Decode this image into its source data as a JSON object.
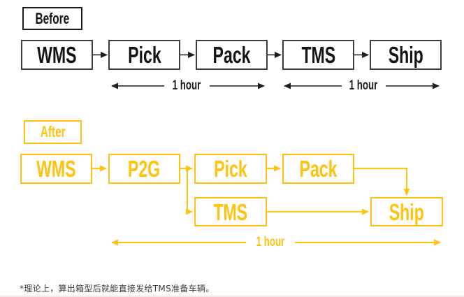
{
  "palette": {
    "before_color": "#1c1c1c",
    "before_border": "#3d3d3d",
    "after_color": "#ffc20e",
    "background": "#ffffff"
  },
  "before": {
    "section_label": "Before",
    "nodes": [
      {
        "label": "WMS"
      },
      {
        "label": "Pick"
      },
      {
        "label": "Pack"
      },
      {
        "label": "TMS"
      },
      {
        "label": "Ship"
      }
    ],
    "timers": [
      {
        "label": "1 hour",
        "span": "Pick to Pack"
      },
      {
        "label": "1 hour",
        "span": "TMS to Ship"
      }
    ]
  },
  "after": {
    "section_label": "After",
    "nodes": [
      {
        "label": "WMS"
      },
      {
        "label": "P2G"
      },
      {
        "label": "Pick"
      },
      {
        "label": "Pack"
      },
      {
        "label": "TMS"
      },
      {
        "label": "Ship"
      }
    ],
    "timers": [
      {
        "label": "1 hour",
        "span": "P2G to Ship"
      }
    ]
  },
  "footnote": "*理论上，算出箱型后就能直接发给TMS准备车辆。"
}
